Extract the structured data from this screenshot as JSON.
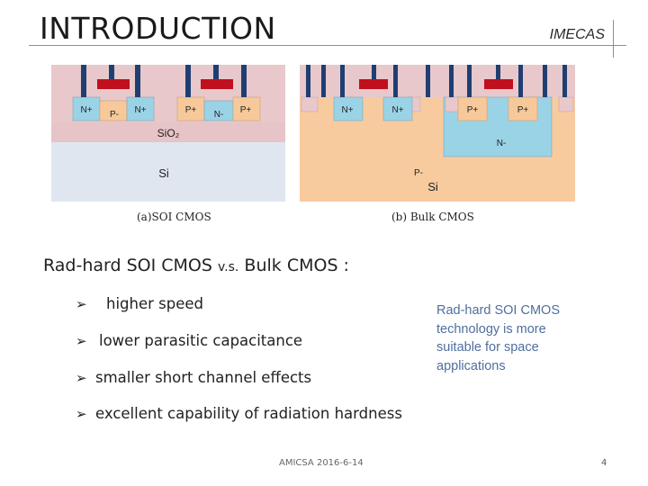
{
  "header": {
    "title": "INTRODUCTION",
    "brand": "IMECAS"
  },
  "figure": {
    "soi": {
      "caption": "(a)SOI CMOS",
      "labels": {
        "n1": "N+",
        "p_body": "P-",
        "n2": "N+",
        "p1": "P+",
        "n_body": "N-",
        "p2": "P+",
        "box": "SiO₂",
        "substrate": "Si"
      }
    },
    "bulk": {
      "caption": "(b) Bulk CMOS",
      "labels": {
        "n1": "N+",
        "n2": "N+",
        "p1": "P+",
        "p2": "P+",
        "nwell": "N-",
        "psub": "P-",
        "substrate": "Si"
      }
    }
  },
  "body": {
    "heading_main": "Rad-hard SOI CMOS ",
    "heading_vs": "v.s.",
    "heading_end": " Bulk CMOS :",
    "bullets": [
      "higher speed",
      "lower parasitic capacitance",
      "smaller short channel effects",
      "excellent capability of radiation hardness"
    ],
    "note": "Rad-hard SOI CMOS technology is more suitable for space applications"
  },
  "footer": {
    "text": "AMICSA 2016-6-14",
    "page": "4"
  },
  "colors": {
    "n_region": "#9bd3e6",
    "p_region": "#f7c99a",
    "gate": "#c0101e",
    "contact": "#1f3f73",
    "top_layer": "#e8c8cb",
    "oxide": "#e6c4c8",
    "substrate_soi": "#dfe6f0",
    "substrate_bulk": "#f8cb9f"
  }
}
